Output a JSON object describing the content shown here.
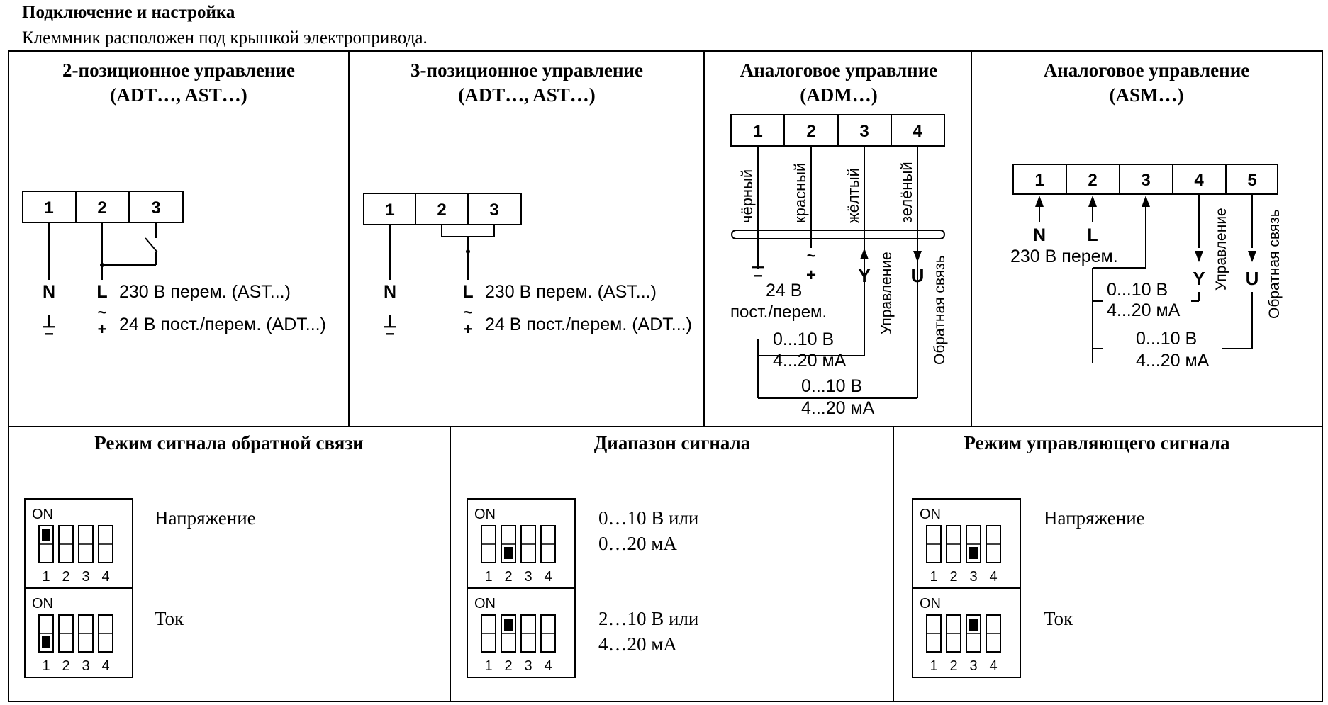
{
  "header": {
    "title": "Подключение и настройка",
    "subtitle": "Клеммник расположен под крышкой электропривода."
  },
  "wiring": {
    "panel1": {
      "title_line1": "2-позиционное управление",
      "title_line2": "(ADT…, AST…)",
      "terminals": [
        "1",
        "2",
        "3"
      ],
      "n": "N",
      "l": "L",
      "ground": "⊥",
      "minus": "–",
      "tilde": "~",
      "plus": "+",
      "line_230": "230 В перем. (AST...)",
      "line_24": "24 В пост./перем. (ADT...)"
    },
    "panel2": {
      "title_line1": "3-позиционное управление",
      "title_line2": "(ADT…, AST…)",
      "terminals": [
        "1",
        "2",
        "3"
      ],
      "n": "N",
      "l": "L",
      "ground": "⊥",
      "minus": "–",
      "tilde": "~",
      "plus": "+",
      "line_230": "230 В перем. (AST...)",
      "line_24": "24 В пост./перем. (ADT...)"
    },
    "panel3": {
      "title_line1": "Аналоговое управлние",
      "title_line2": "(ADM…)",
      "terminals": [
        "1",
        "2",
        "3",
        "4"
      ],
      "wire_colors": [
        "чёрный",
        "красный",
        "жёлтый",
        "зелёный"
      ],
      "ground": "⊥",
      "minus": "–",
      "tilde": "~",
      "plus": "+",
      "supply_line1": "24 В",
      "supply_line2": "пост./перем.",
      "y": "Y",
      "u": "U",
      "control_label": "Управление",
      "feedback_label": "Обратная связь",
      "range1_a": "0...10 В",
      "range1_b": "4...20 мА",
      "range2_a": "0...10 В",
      "range2_b": "4...20 мА"
    },
    "panel4": {
      "title_line1": "Аналоговое управление",
      "title_line2": "(ASM…)",
      "terminals": [
        "1",
        "2",
        "3",
        "4",
        "5"
      ],
      "n": "N",
      "l": "L",
      "supply": "230 В перем.",
      "y": "Y",
      "u": "U",
      "control_label": "Управление",
      "feedback_label": "Обратная связь",
      "range1_a": "0...10 В",
      "range1_b": "4...20 мА",
      "range2_a": "0...10 В",
      "range2_b": "4...20 мА"
    }
  },
  "settings": {
    "feedback_mode": {
      "title": "Режим сигнала обратной связи",
      "option1": "Напряжение",
      "option2": "Ток",
      "switch1_on": 1,
      "switch2_on": 1
    },
    "signal_range": {
      "title": "Диапазон сигнала",
      "option1_line1": "0…10 В или",
      "option1_line2": "0…20 мА",
      "option2_line1": "2…10 В или",
      "option2_line2": "4…20 мА",
      "switch1_on": 2,
      "switch2_on": 2
    },
    "control_mode": {
      "title": "Режим управляющего сигнала",
      "option1": "Напряжение",
      "option2": "Ток",
      "switch1_on": 3,
      "switch2_on": 3
    },
    "dip": {
      "on_label": "ON",
      "numbers": [
        "1",
        "2",
        "3",
        "4"
      ]
    }
  }
}
